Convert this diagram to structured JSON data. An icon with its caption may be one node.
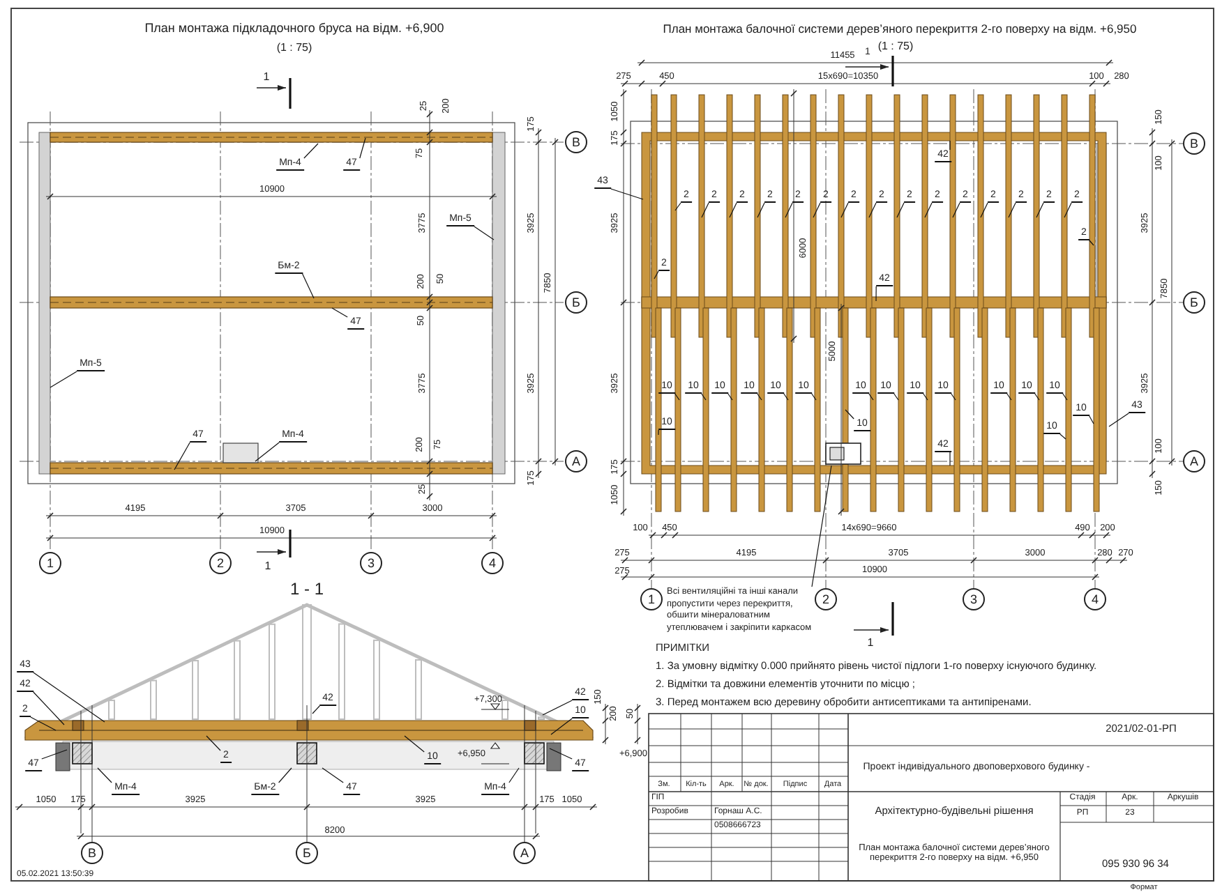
{
  "diagram": {
    "nodes": [
      {
        "text": [
          "Мп-4"
        ]
      },
      {
        "text": [
          "47"
        ]
      },
      {
        "text": [
          "Мп-5"
        ]
      },
      {
        "text": [
          "Бм-2"
        ]
      },
      {
        "text": [
          "47"
        ]
      },
      {
        "text": [
          "Мп-5"
        ]
      },
      {
        "text": [
          "47"
        ]
      },
      {
        "text": [
          "Мп-4"
        ]
      },
      {
        "text": [
          "В"
        ]
      },
      {
        "text": [
          "Б"
        ]
      },
      {
        "text": [
          "А"
        ]
      },
      {
        "text": [
          "1"
        ]
      },
      {
        "text": [
          "2"
        ]
      },
      {
        "text": [
          "3"
        ]
      },
      {
        "text": [
          "4"
        ]
      },
      {
        "text": [
          "43"
        ]
      },
      {
        "text": [
          "2"
        ]
      },
      {
        "text": [
          "2"
        ]
      },
      {
        "text": [
          "2"
        ]
      },
      {
        "text": [
          "2"
        ]
      },
      {
        "text": [
          "2"
        ]
      },
      {
        "text": [
          "2"
        ]
      },
      {
        "text": [
          "2"
        ]
      },
      {
        "text": [
          "2"
        ]
      },
      {
        "text": [
          "2"
        ]
      },
      {
        "text": [
          "2"
        ]
      },
      {
        "text": [
          "2"
        ]
      },
      {
        "text": [
          "2"
        ]
      },
      {
        "text": [
          "2"
        ]
      },
      {
        "text": [
          "2"
        ]
      },
      {
        "text": [
          "2"
        ]
      },
      {
        "text": [
          "2"
        ]
      },
      {
        "text": [
          "2"
        ]
      },
      {
        "text": [
          "42"
        ]
      },
      {
        "text": [
          "42"
        ]
      },
      {
        "text": [
          "10"
        ]
      },
      {
        "text": [
          "10"
        ]
      },
      {
        "text": [
          "10"
        ]
      },
      {
        "text": [
          "10"
        ]
      },
      {
        "text": [
          "10"
        ]
      },
      {
        "text": [
          "10"
        ]
      },
      {
        "text": [
          "10"
        ]
      },
      {
        "text": [
          "10"
        ]
      },
      {
        "text": [
          "10"
        ]
      },
      {
        "text": [
          "10"
        ]
      },
      {
        "text": [
          "10"
        ]
      },
      {
        "text": [
          "10"
        ]
      },
      {
        "text": [
          "10"
        ]
      },
      {
        "text": [
          "10"
        ]
      },
      {
        "text": [
          "10"
        ]
      },
      {
        "text": [
          "10"
        ]
      },
      {
        "text": [
          "10"
        ]
      },
      {
        "text": [
          "43"
        ]
      },
      {
        "text": [
          "42"
        ]
      },
      {
        "text": [
          "В"
        ]
      },
      {
        "text": [
          "Б"
        ]
      },
      {
        "text": [
          "А"
        ]
      },
      {
        "text": [
          "1"
        ]
      },
      {
        "text": [
          "2"
        ]
      },
      {
        "text": [
          "3"
        ]
      },
      {
        "text": [
          "4"
        ]
      },
      {
        "text": [
          "Всі вентиляційні та інші канали пропустити через перекриття, обшити мінераловатним утеплювачем і закріпити каркасом"
        ]
      },
      {
        "text": [
          "43"
        ]
      },
      {
        "text": [
          "42"
        ]
      },
      {
        "text": [
          "2"
        ]
      },
      {
        "text": [
          "47"
        ]
      },
      {
        "text": [
          "Мп-4"
        ]
      },
      {
        "text": [
          "2"
        ]
      },
      {
        "text": [
          "42"
        ]
      },
      {
        "text": [
          "Бм-2"
        ]
      },
      {
        "text": [
          "47"
        ]
      },
      {
        "text": [
          "10"
        ]
      },
      {
        "text": [
          "42"
        ]
      },
      {
        "text": [
          "10"
        ]
      },
      {
        "text": [
          "47"
        ]
      },
      {
        "text": [
          "Мп-4"
        ]
      },
      {
        "text": [
          "В"
        ]
      },
      {
        "text": [
          "Б"
        ]
      },
      {
        "text": [
          "А"
        ]
      }
    ],
    "edges": [
      {
        "from": 0,
        "to": null,
        "arrow": "none"
      },
      {
        "from": 1,
        "to": null,
        "arrow": "none"
      },
      {
        "from": 2,
        "to": null,
        "arrow": "none"
      },
      {
        "from": 3,
        "to": null,
        "arrow": "none"
      },
      {
        "from": 4,
        "to": null,
        "arrow": "none"
      },
      {
        "from": 5,
        "to": null,
        "arrow": "none"
      },
      {
        "from": 6,
        "to": null,
        "arrow": "none"
      },
      {
        "from": 7,
        "to": null,
        "arrow": "none"
      },
      {
        "from": 15,
        "to": null,
        "arrow": "none"
      },
      {
        "from": 16,
        "to": null,
        "arrow": "none"
      },
      {
        "from": 17,
        "to": null,
        "arrow": "none"
      },
      {
        "from": 18,
        "to": null,
        "arrow": "none"
      },
      {
        "from": 19,
        "to": null,
        "arrow": "none"
      },
      {
        "from": 20,
        "to": null,
        "arrow": "none"
      },
      {
        "from": 21,
        "to": null,
        "arrow": "none"
      },
      {
        "from": 22,
        "to": null,
        "arrow": "none"
      },
      {
        "from": 23,
        "to": null,
        "arrow": "none"
      },
      {
        "from": 24,
        "to": null,
        "arrow": "none"
      },
      {
        "from": 25,
        "to": null,
        "arrow": "none"
      },
      {
        "from": 26,
        "to": null,
        "arrow": "none"
      },
      {
        "from": 27,
        "to": null,
        "arrow": "none"
      },
      {
        "from": 28,
        "to": null,
        "arrow": "none"
      },
      {
        "from": 29,
        "to": null,
        "arrow": "none"
      },
      {
        "from": 30,
        "to": null,
        "arrow": "none"
      },
      {
        "from": 31,
        "to": null,
        "arrow": "none"
      },
      {
        "from": 32,
        "to": null,
        "arrow": "none"
      },
      {
        "from": 33,
        "to": null,
        "arrow": "none"
      },
      {
        "from": 34,
        "to": null,
        "arrow": "none"
      },
      {
        "from": 35,
        "to": null,
        "arrow": "none"
      },
      {
        "from": 36,
        "to": null,
        "arrow": "none"
      },
      {
        "from": 37,
        "to": null,
        "arrow": "none"
      },
      {
        "from": 38,
        "to": null,
        "arrow": "none"
      },
      {
        "from": 39,
        "to": null,
        "arrow": "none"
      },
      {
        "from": 40,
        "to": null,
        "arrow": "none"
      },
      {
        "from": 41,
        "to": null,
        "arrow": "none"
      },
      {
        "from": 42,
        "to": null,
        "arrow": "none"
      },
      {
        "from": 43,
        "to": null,
        "arrow": "none"
      },
      {
        "from": 44,
        "to": null,
        "arrow": "none"
      },
      {
        "from": 45,
        "to": null,
        "arrow": "none"
      },
      {
        "from": 46,
        "to": null,
        "arrow": "none"
      },
      {
        "from": 47,
        "to": null,
        "arrow": "none"
      },
      {
        "from": 48,
        "to": null,
        "arrow": "none"
      },
      {
        "from": 49,
        "to": null,
        "arrow": "none"
      },
      {
        "from": 50,
        "to": null,
        "arrow": "none"
      },
      {
        "from": 51,
        "to": null,
        "arrow": "none"
      },
      {
        "from": 52,
        "to": null,
        "arrow": "none"
      },
      {
        "from": 53,
        "to": null,
        "arrow": "none"
      },
      {
        "from": 61,
        "to": null,
        "arrow": "none"
      },
      {
        "from": 62,
        "to": null,
        "arrow": "none"
      },
      {
        "from": 63,
        "to": null,
        "arrow": "none"
      },
      {
        "from": 64,
        "to": null,
        "arrow": "none"
      },
      {
        "from": 65,
        "to": null,
        "arrow": "none"
      },
      {
        "from": 66,
        "to": null,
        "arrow": "none"
      },
      {
        "from": 67,
        "to": null,
        "arrow": "none"
      },
      {
        "from": 68,
        "to": null,
        "arrow": "none"
      },
      {
        "from": 69,
        "to": null,
        "arrow": "none"
      },
      {
        "from": 70,
        "to": null,
        "arrow": "none"
      },
      {
        "from": 71,
        "to": null,
        "arrow": "none"
      },
      {
        "from": 72,
        "to": null,
        "arrow": "none"
      },
      {
        "from": 73,
        "to": null,
        "arrow": "none"
      },
      {
        "from": 74,
        "to": null,
        "arrow": "none"
      },
      {
        "from": 75,
        "to": null,
        "arrow": "none"
      }
    ],
    "labels": [
      "План монтажа підкладочного бруса на відм. +6,900",
      "(1 : 75)",
      "1",
      "25",
      "200",
      "75",
      "175",
      "10900",
      "3775",
      "3925",
      "200",
      "50",
      "7850",
      "50",
      "3775",
      "3925",
      "200",
      "75",
      "175",
      "25",
      "4195",
      "3705",
      "3000",
      "10900",
      "1",
      "План монтажа балочної системи дерев’яного перекриття 2-го поверху на відм. +6,950",
      "(1 : 75)",
      "1",
      "11455",
      "275",
      "450",
      "15x690=10350",
      "100",
      "280",
      "1050",
      "150",
      "175",
      "100",
      "3925",
      "6000",
      "3925",
      "7850",
      "3925",
      "5000",
      "3925",
      "100",
      "175",
      "150",
      "1050",
      "100",
      "450",
      "14x690=9660",
      "490",
      "200",
      "275",
      "4195",
      "3705",
      "3000",
      "280",
      "270",
      "275",
      "10900",
      "1",
      "ПРИМІТКИ",
      "1.  За умовну відмітку 0.000 прийнято рівень чистої підлоги 1-го поверху існуючого будинку.",
      "2.  Відмітки та довжини елементів уточнити по місцю ;",
      "3.  Перед монтажем всю деревину обробити антисептиками та антипіренами.",
      "1 - 1",
      "+7,300",
      "150",
      "200",
      "50",
      "+6,950",
      "+6,900",
      "1050",
      "175",
      "3925",
      "3925",
      "175",
      "1050",
      "8200",
      "05.02.2021 13:50:39",
      "2021/02-01-РП",
      "Проект індивідуального двоповерхового будинку -",
      "Зм.",
      "Кіл-ть",
      "Арк.",
      "№ док.",
      "Підпис",
      "Дата",
      "ГІП",
      "Розробив",
      "Горнаш А.С.",
      "0508666723",
      "Архітектурно-будівельні рішення",
      "Стадія",
      "Арк.",
      "Аркушів",
      "РП",
      "23",
      "План монтажа балочної системи дерев’яного перекриття 2-го поверху на відм. +6,950",
      "095 930 96 34",
      "Формат"
    ]
  }
}
